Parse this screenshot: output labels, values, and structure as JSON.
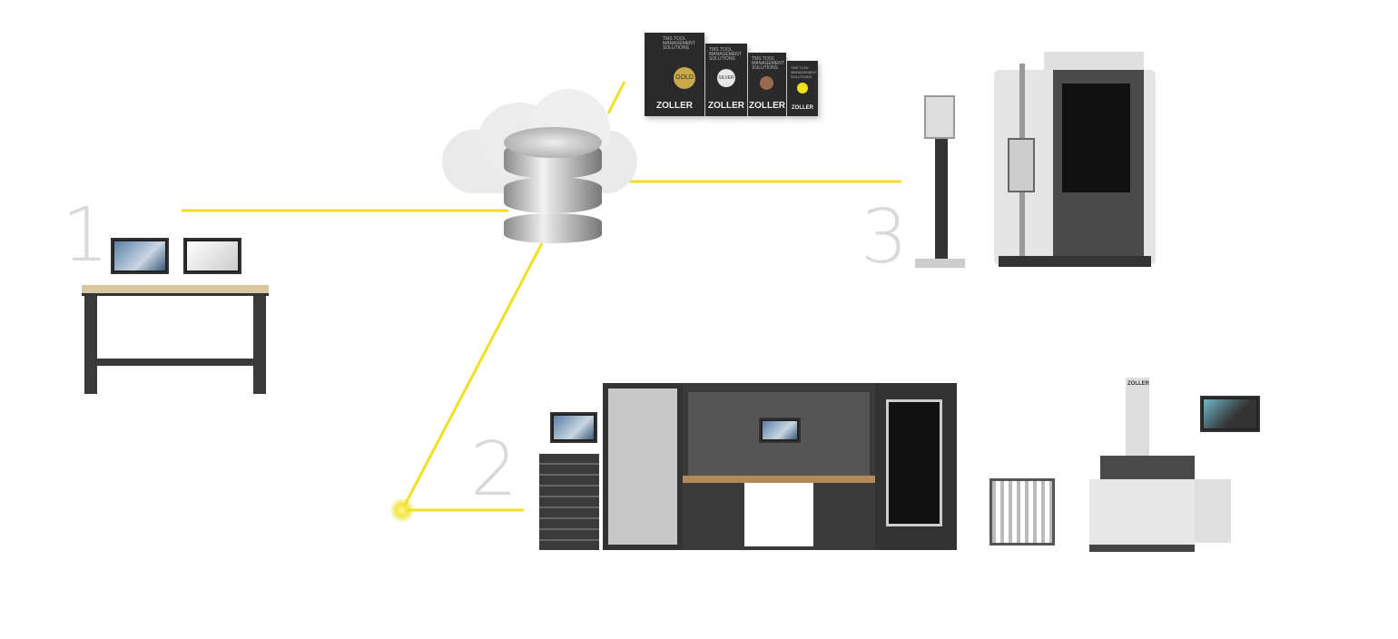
{
  "numbers": {
    "n1": "1",
    "n2": "2",
    "n3": "3"
  },
  "books": [
    {
      "title": "TMS TOOL MANAGEMENT SOLUTIONS",
      "medal": "GOLD",
      "brand": "ZOLLER"
    },
    {
      "title": "TMS TOOL MANAGEMENT SOLUTIONS",
      "medal": "SILVER",
      "brand": "ZOLLER"
    },
    {
      "title": "TMS TOOL MANAGEMENT SOLUTIONS",
      "medal": "",
      "brand": "ZOLLER"
    },
    {
      "title": "TMS TOOL MANAGEMENT SOLUTIONS",
      "medal": "",
      "brand": "ZOLLER"
    }
  ],
  "presetter_brand": "ZOLLER",
  "colors": {
    "accent": "#f0e020",
    "number": "#d9d9d9"
  }
}
